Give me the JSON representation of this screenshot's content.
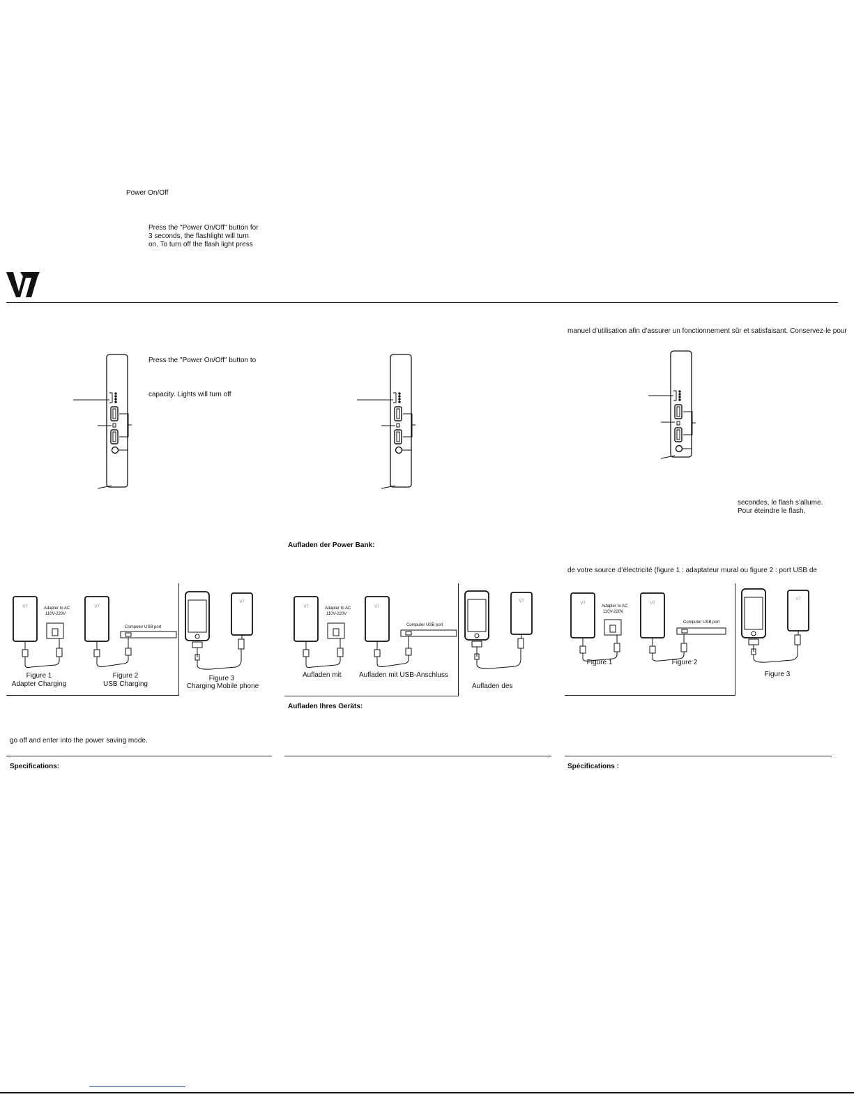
{
  "header": {
    "logo_text": "V7"
  },
  "col1": {
    "press_power_1": "Press the \"Power On/Off\" button to",
    "capacity": "capacity. Lights will turn off",
    "power_label": "Power On/Off",
    "press_power_2a": "Press the \"Power On/Off\" button for",
    "press_power_2b": "3 seconds, the flashlight will turn",
    "press_power_2c": "on. To turn off the flash light press",
    "fig1_title": "Figure 1",
    "fig1_sub": "Adapter Charging",
    "fig2_title": "Figure 2",
    "fig2_sub": "USB Charging",
    "fig3_title": "Figure 3",
    "fig3_sub": "Charging Mobile phone",
    "adapter_label_1": "Adapter to AC",
    "adapter_label_2": "110V-220V",
    "usb_port_label": "Computer USB port",
    "power_saving": "go off and enter into the power saving mode.",
    "specifications": "Specifications:"
  },
  "col2": {
    "aufladen_power_bank": "Aufladen der Power Bank:",
    "aufladen_mit": "Aufladen mit",
    "aufladen_usb": "Aufladen mit USB-Anschluss",
    "aufladen_des": "Aufladen des",
    "aufladen_geraet": "Aufladen Ihres Geräts:",
    "adapter_label_1": "Adapter to AC",
    "adapter_label_2": "110V-220V",
    "usb_port_label": "Computer USB port"
  },
  "col3": {
    "manuel": "manuel d’utilisation afin d’assurer un fonctionnement sûr et satisfaisant. Conservez-le pour",
    "secondes": "secondes, le flash s’allume.",
    "pour_eteindre": "Pour éteindre le flash,",
    "source": "de votre source d’électricité (figure 1 : adaptateur mural ou figure 2 : port USB de",
    "fig1_title": "Figure 1",
    "fig2_title": "Figure 2",
    "fig3_title": "Figure 3",
    "adapter_label_1": "Adapter to AC",
    "adapter_label_2": "110V-220V",
    "usb_port_label": "Computer USB port",
    "specifications": "Spécifications :"
  }
}
